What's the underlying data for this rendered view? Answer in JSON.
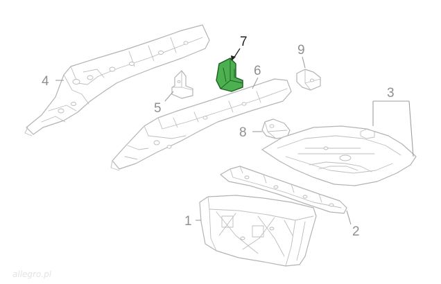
{
  "diagram": {
    "highlight_color": "#4caf50",
    "callouts": [
      {
        "id": "1",
        "label": "1"
      },
      {
        "id": "2",
        "label": "2"
      },
      {
        "id": "3",
        "label": "3"
      },
      {
        "id": "4",
        "label": "4"
      },
      {
        "id": "5",
        "label": "5"
      },
      {
        "id": "6",
        "label": "6"
      },
      {
        "id": "7",
        "label": "7",
        "highlighted": true
      },
      {
        "id": "8",
        "label": "8"
      },
      {
        "id": "9",
        "label": "9"
      }
    ],
    "watermark": "allegro.pl"
  }
}
